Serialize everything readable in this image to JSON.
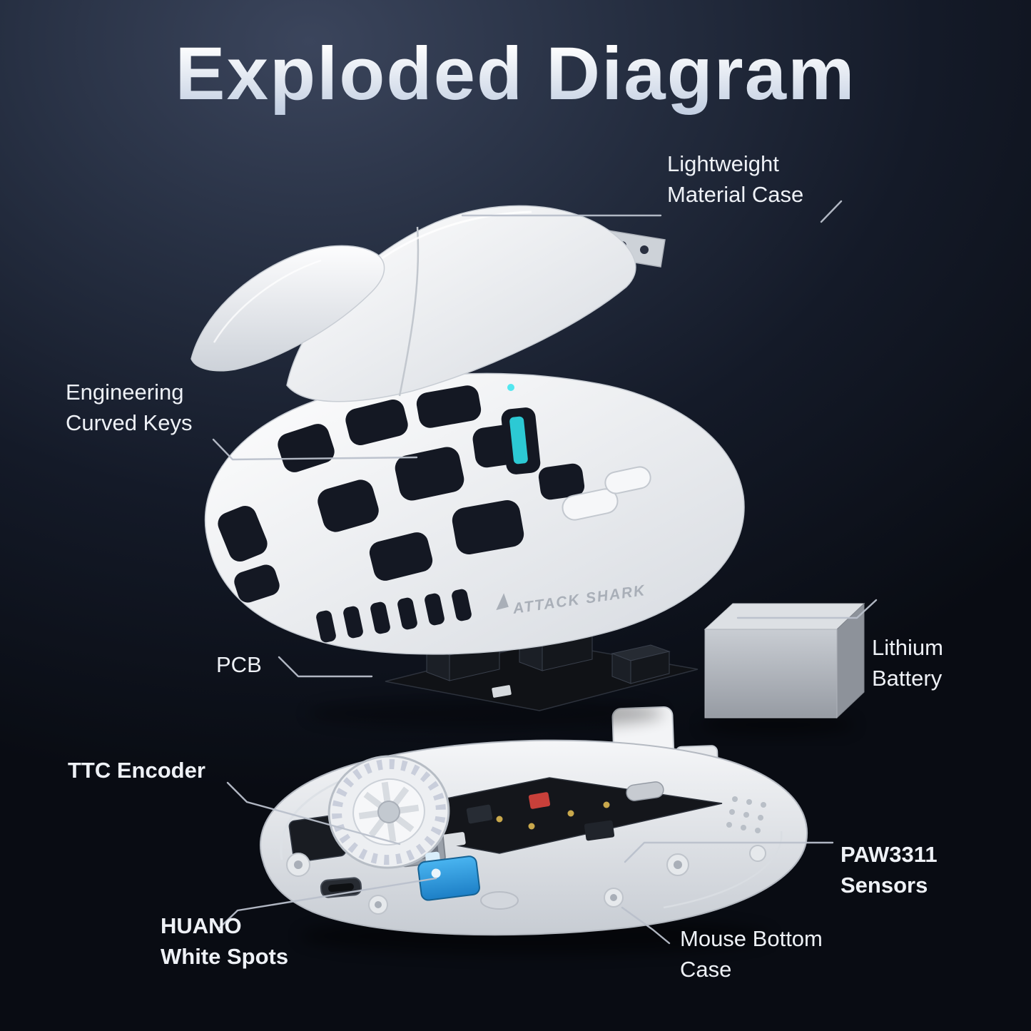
{
  "title": "Exploded Diagram",
  "brand": "ATTACK SHARK",
  "labels": {
    "case": [
      "Lightweight",
      "Material Case"
    ],
    "keys": [
      "Engineering",
      "Curved Keys"
    ],
    "pcb": [
      "PCB"
    ],
    "battery": [
      "Lithium",
      "Battery"
    ],
    "encoder": [
      "TTC Encoder"
    ],
    "sensor": [
      "PAW3311",
      "Sensors"
    ],
    "huano": [
      "HUANO",
      "White Spots"
    ],
    "bottom": [
      "Mouse Bottom",
      "Case"
    ]
  },
  "colors": {
    "label-text": "#eef1f6",
    "leader-line": "#b9c0cb",
    "accent-teal": "#2cc9d4",
    "switch-blue": "#2f9fe3",
    "shell-white": "#f4f5f7",
    "pcb-black": "#14161b",
    "battery-silver": "#b9bdc4",
    "bg-top": "#3b455c",
    "bg-bottom": "#090c13"
  }
}
